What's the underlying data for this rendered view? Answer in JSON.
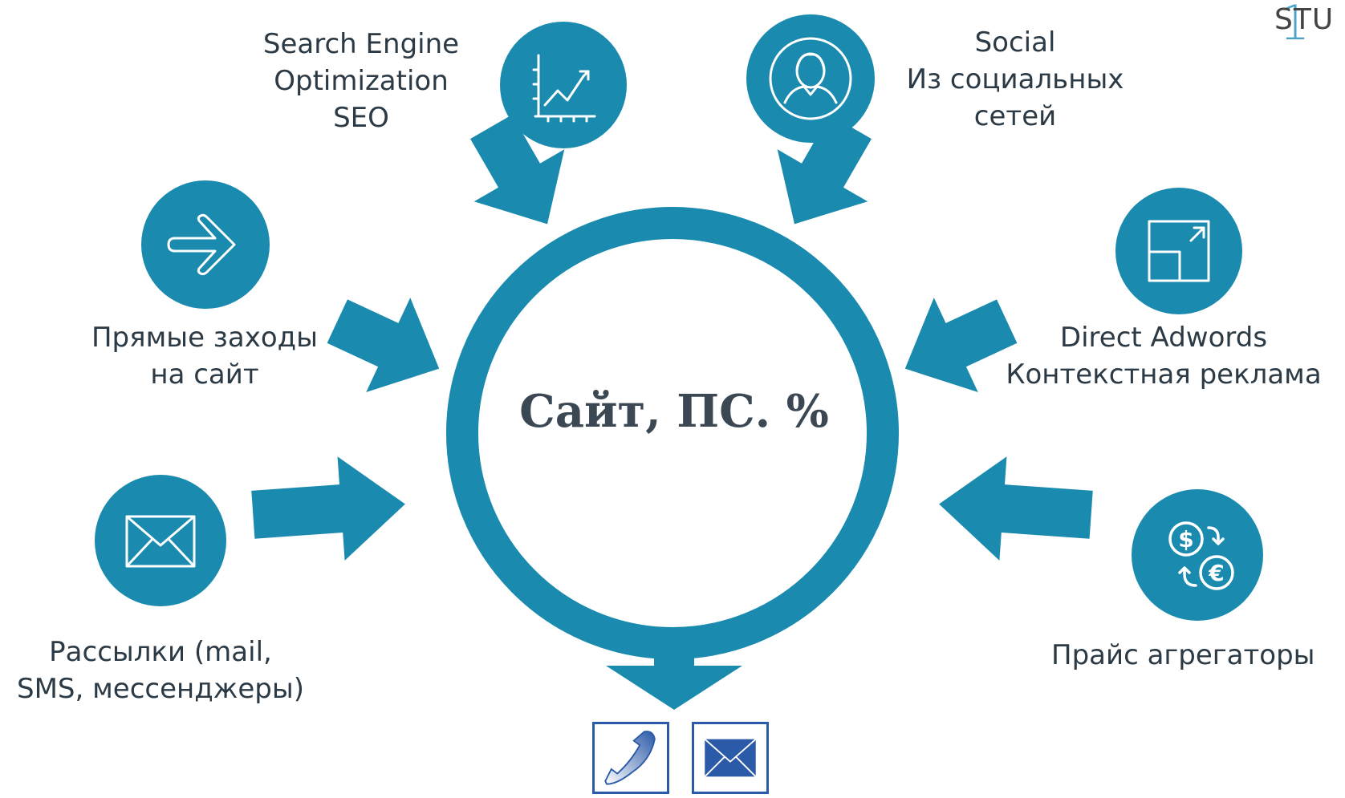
{
  "center": {
    "label": "Сайт, ПС. %"
  },
  "brand": {
    "digit": "1",
    "text": "STU"
  },
  "sources": [
    {
      "id": "seo",
      "icon": "chart-growth-icon",
      "lines": [
        "Search Engine",
        "Optimization",
        "SEO"
      ]
    },
    {
      "id": "social",
      "icon": "user-profile-icon",
      "lines": [
        "Social",
        "Из социальных",
        "сетей"
      ]
    },
    {
      "id": "direct",
      "icon": "arrow-right-icon",
      "lines": [
        "Прямые заходы",
        "на сайт"
      ]
    },
    {
      "id": "adwords",
      "icon": "expand-window-icon",
      "lines": [
        "Direct Adwords",
        "Контекстная реклама"
      ]
    },
    {
      "id": "mailing",
      "icon": "envelope-icon",
      "lines": [
        "Рассылки (mail,",
        "SMS, мессенджеры)"
      ]
    },
    {
      "id": "price",
      "icon": "currency-exchange-icon",
      "lines": [
        "Прайс агрегаторы"
      ]
    }
  ],
  "outputs": [
    {
      "id": "phone",
      "icon": "phone-icon"
    },
    {
      "id": "email",
      "icon": "email-icon"
    }
  ],
  "colors": {
    "accent": "#1a8aaf",
    "contact": "#2b5aa8",
    "text": "#2b3a45"
  }
}
